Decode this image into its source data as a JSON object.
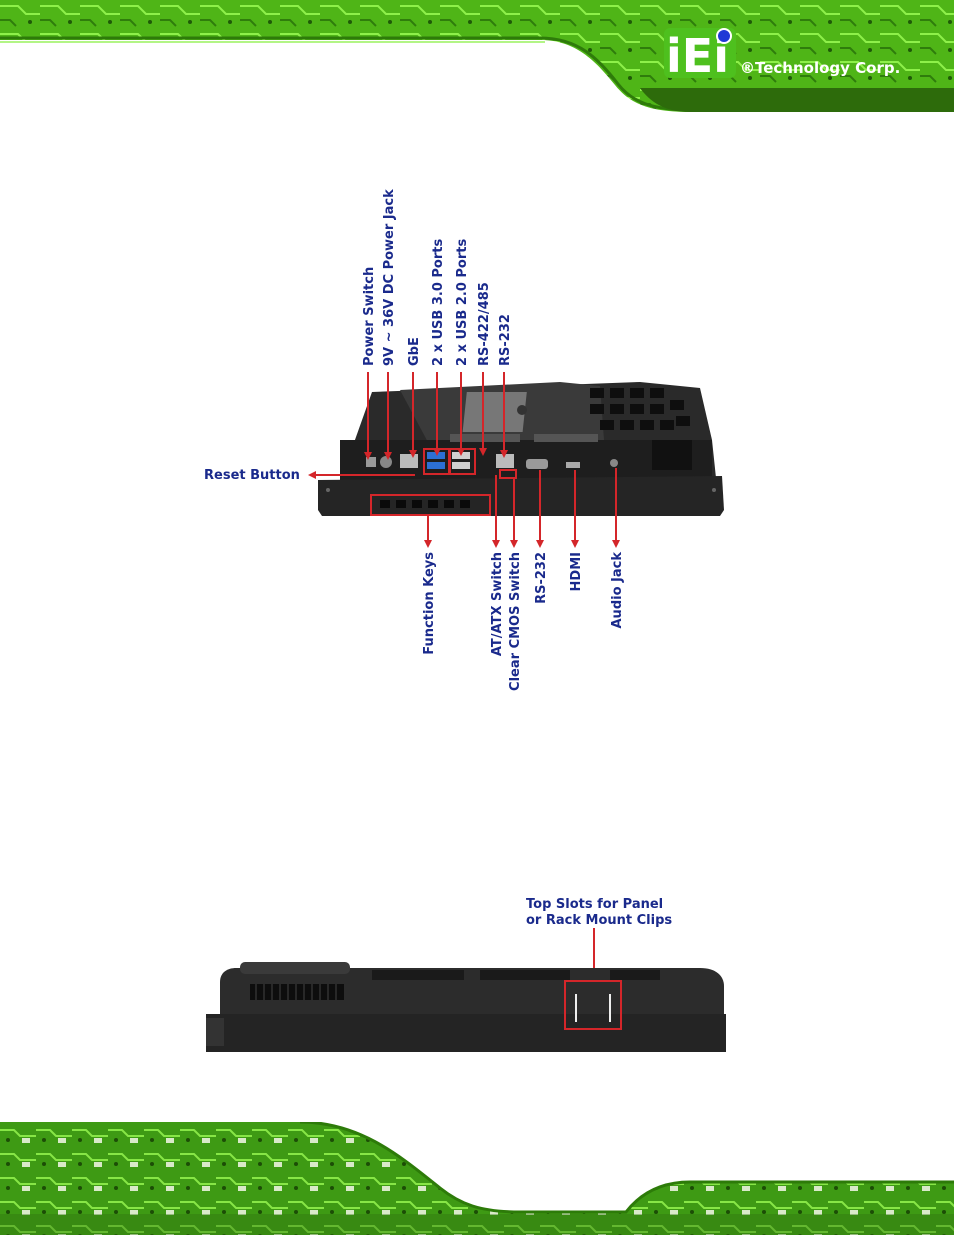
{
  "header": {
    "brand_logo_text": "iEi",
    "brand_name": "®Technology Corp."
  },
  "rear_panel_labels": {
    "power_switch": "Power Switch",
    "power_jack": "9V ~ 36V DC Power Jack",
    "gbe": "GbE",
    "usb3": "2 x USB 3.0 Ports",
    "usb2": "2 x USB 2.0 Ports",
    "rs422": "RS-422/485",
    "rs232_top": "RS-232",
    "reset_button": "Reset Button",
    "function_keys": "Function Keys",
    "at_atx": "AT/ATX Switch",
    "clear_cmos": "Clear CMOS Switch",
    "rs232_bottom": "RS-232",
    "hdmi": "HDMI",
    "audio_jack": "Audio Jack"
  },
  "top_view_labels": {
    "top_slots_line1": "Top Slots for Panel",
    "top_slots_line2": "or Rack Mount Clips"
  },
  "colors": {
    "pcb_green": "#57c41a",
    "label_blue": "#1a2a8c",
    "callout_red": "#d4262a",
    "device_black": "#1e1e1e"
  }
}
